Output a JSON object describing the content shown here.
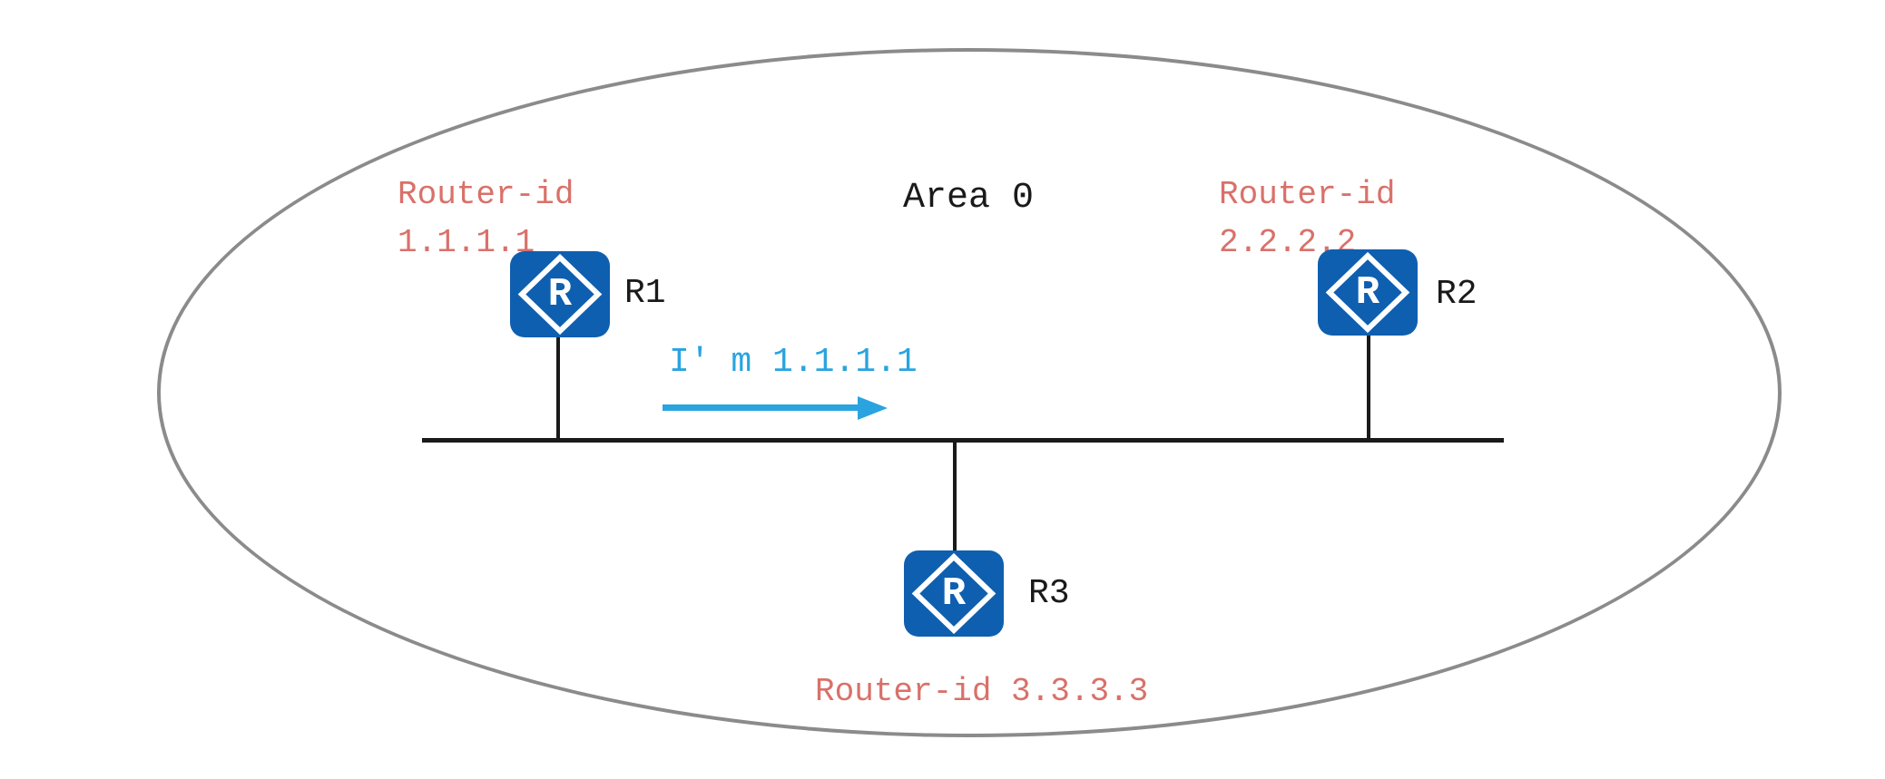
{
  "diagram": {
    "area_label": "Area 0",
    "announcement": {
      "text": "I' m 1.1.1.1",
      "arrow_direction": "right"
    },
    "routers": [
      {
        "name": "R1",
        "icon": "router-icon",
        "icon_letter": "R",
        "router_id_line1": "Router-id",
        "router_id_line2": "1.1.1.1"
      },
      {
        "name": "R2",
        "icon": "router-icon",
        "icon_letter": "R",
        "router_id_line1": "Router-id",
        "router_id_line2": "2.2.2.2"
      },
      {
        "name": "R3",
        "icon": "router-icon",
        "icon_letter": "R",
        "router_id_label": "Router-id 3.3.3.3"
      }
    ],
    "colors": {
      "router_fill": "#0f5fb0",
      "router_id_text": "#d9716a",
      "announcement_text": "#29a4e0",
      "area_outline": "#8b8b8b",
      "link_line": "#1a1a1a"
    }
  }
}
